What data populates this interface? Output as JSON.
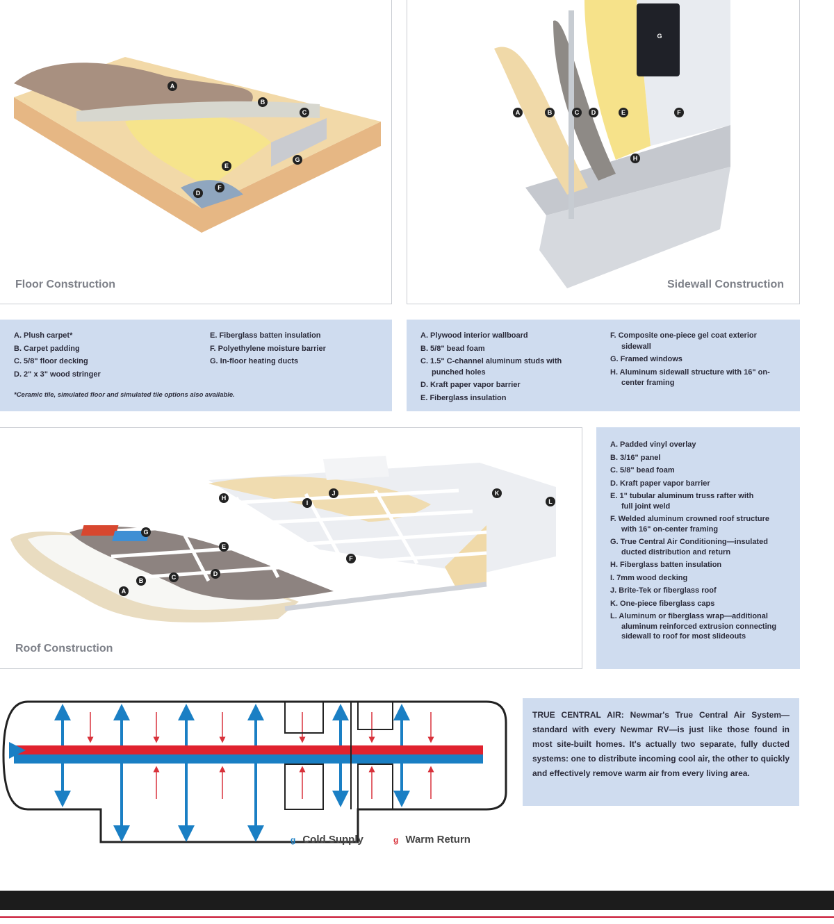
{
  "floor": {
    "title": "Floor Construction",
    "markers": [
      "A",
      "B",
      "C",
      "D",
      "E",
      "F",
      "G"
    ],
    "legend_left": [
      "A. Plush carpet*",
      "B. Carpet padding",
      "C. 5/8\" floor decking",
      "D. 2\" x 3\" wood stringer"
    ],
    "legend_right": [
      "E. Fiberglass batten insulation",
      "F. Polyethylene moisture barrier",
      "G. In-floor heating ducts"
    ],
    "footnote": "*Ceramic tile, simulated floor and simulated tile options also available."
  },
  "sidewall": {
    "title": "Sidewall Construction",
    "markers": [
      "A",
      "B",
      "C",
      "D",
      "E",
      "F",
      "G",
      "H"
    ],
    "legend_left": [
      "A. Plywood interior wallboard",
      "B. 5/8\" bead foam",
      "C. 1.5\" C-channel aluminum studs with punched holes",
      "D. Kraft paper vapor barrier",
      "E. Fiberglass insulation"
    ],
    "legend_right": [
      "F. Composite one-piece gel coat exterior sidewall",
      "G. Framed windows",
      "H. Aluminum sidewall structure with 16\" on-center framing"
    ]
  },
  "roof": {
    "title": "Roof Construction",
    "markers": [
      "A",
      "B",
      "C",
      "D",
      "E",
      "F",
      "G",
      "H",
      "I",
      "J",
      "K",
      "L"
    ],
    "legend": [
      "A. Padded vinyl overlay",
      "B. 3/16\" panel",
      "C. 5/8\" bead foam",
      "D. Kraft paper vapor barrier",
      "E. 1\" tubular aluminum truss rafter with full joint weld",
      "F. Welded aluminum crowned roof structure with 16\" on-center framing",
      "G. True Central Air Conditioning—insulated ducted distribution and return",
      "H. Fiberglass batten insulation",
      "I. 7mm wood decking",
      "J. Brite-Tek or fiberglass roof",
      "K. One-piece fiberglass caps",
      "L. Aluminum or fiberglass wrap—additional aluminum reinforced extrusion connecting sidewall to roof for most slideouts"
    ]
  },
  "airflow": {
    "lead": "TRUE CENTRAL AIR:",
    "body": "Newmar's True Central Air System—standard with every Newmar RV—is just like those found in most site-built homes. It's actually two separate, fully ducted systems: one to distribute incoming cool air, the other to quickly and effectively remove warm air from every living area.",
    "key": [
      {
        "glyph": "g",
        "label": "Cold Supply",
        "color": "#1a7fc4"
      },
      {
        "glyph": "g",
        "label": "Warm Return",
        "color": "#d8313a"
      }
    ]
  },
  "colors": {
    "legend_bg": "#cfdcef",
    "cold": "#1a7fc4",
    "warm": "#e0222e",
    "footer_bar": "#1c1c1c",
    "footer_line": "#c8102e"
  }
}
